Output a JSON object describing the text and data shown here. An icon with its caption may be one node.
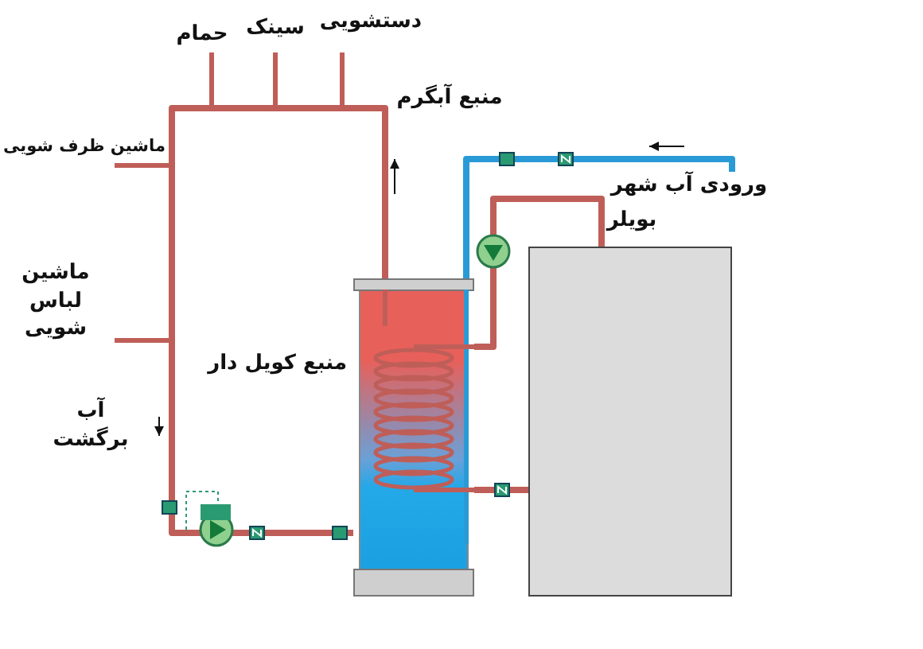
{
  "diagram": {
    "nodes": [
      {
        "text": [
          "منبع کویل دار"
        ]
      },
      {
        "text": [
          "بویلر"
        ]
      },
      {
        "text": [
          "ورودی آب شهر"
        ]
      }
    ],
    "edges": [
      {
        "from": 1,
        "to": 0,
        "arrow": "to"
      },
      {
        "from": 0,
        "to": 1,
        "arrow": "none"
      },
      {
        "from": 2,
        "to": 0,
        "arrow": "none",
        "color": "#2a9ad6"
      }
    ],
    "labels": [
      "دستشویی",
      "سینک",
      "حمام",
      "منبع آبگرم",
      "ماشین ظرف شویی",
      "ماشین لباس شویی",
      "آب برگشت"
    ]
  }
}
